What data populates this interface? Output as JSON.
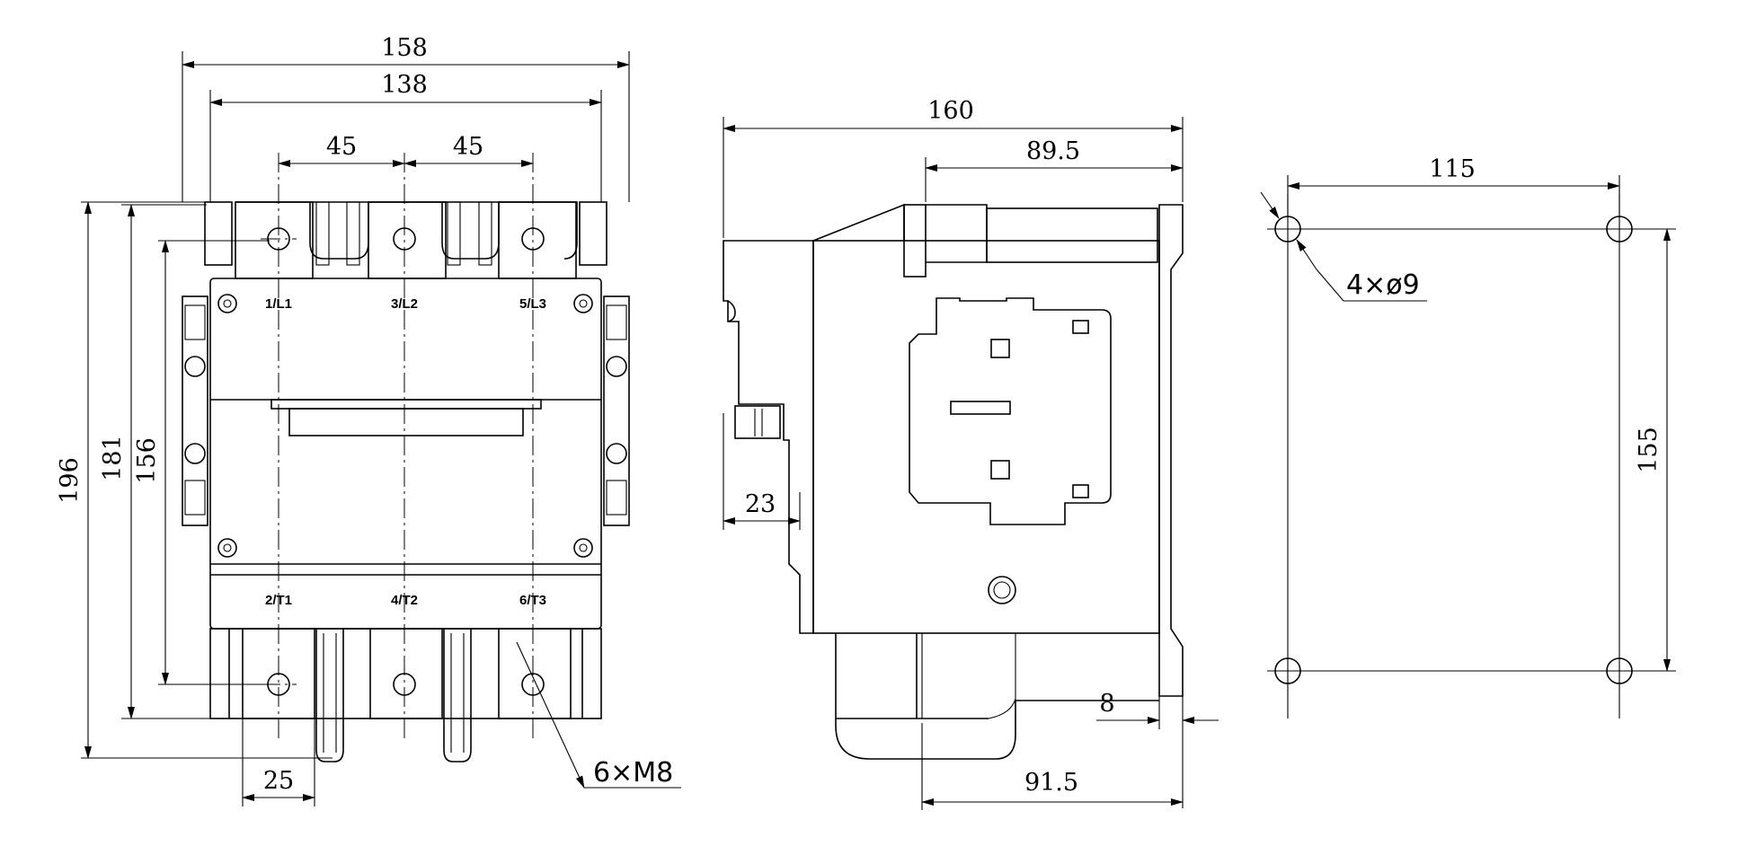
{
  "front_view": {
    "dimensions": {
      "overall_width": "158",
      "mounting_width": "138",
      "pole_pitch_left": "45",
      "pole_pitch_right": "45",
      "overall_height": "196",
      "height_181": "181",
      "terminal_spacing": "156",
      "terminal_width": "25"
    },
    "terminals": {
      "line_1": "1/L1",
      "line_2": "3/L2",
      "line_3": "5/L3",
      "load_1": "2/T1",
      "load_2": "4/T2",
      "load_3": "6/T3"
    },
    "screw_callout": "6×M8"
  },
  "side_view": {
    "dimensions": {
      "overall_depth": "160",
      "depth_89_5": "89.5",
      "offset_23": "23",
      "flange_8": "8",
      "depth_91_5": "91.5"
    }
  },
  "mounting_view": {
    "dimensions": {
      "hole_spacing_h": "115",
      "hole_spacing_v": "155"
    },
    "hole_callout": "4×ø9"
  }
}
